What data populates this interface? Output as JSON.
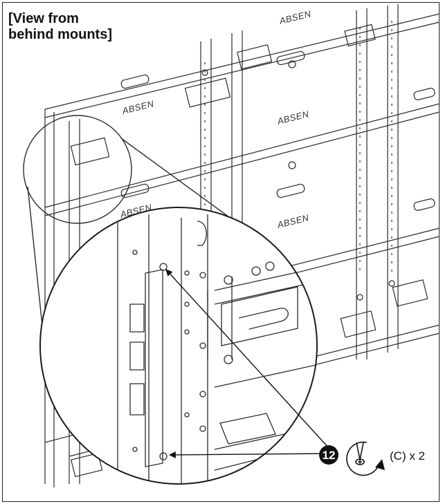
{
  "heading": {
    "line1": "[View from",
    "line2": "behind mounts]"
  },
  "panel_brand": "ABSEN",
  "callout": {
    "number": "12",
    "tool_icon": "screwdriver-rotate-clockwise-icon",
    "text": "(C) x 2"
  },
  "colors": {
    "line": "#2a2a2a",
    "background": "#ffffff",
    "callout_fill": "#111111"
  }
}
